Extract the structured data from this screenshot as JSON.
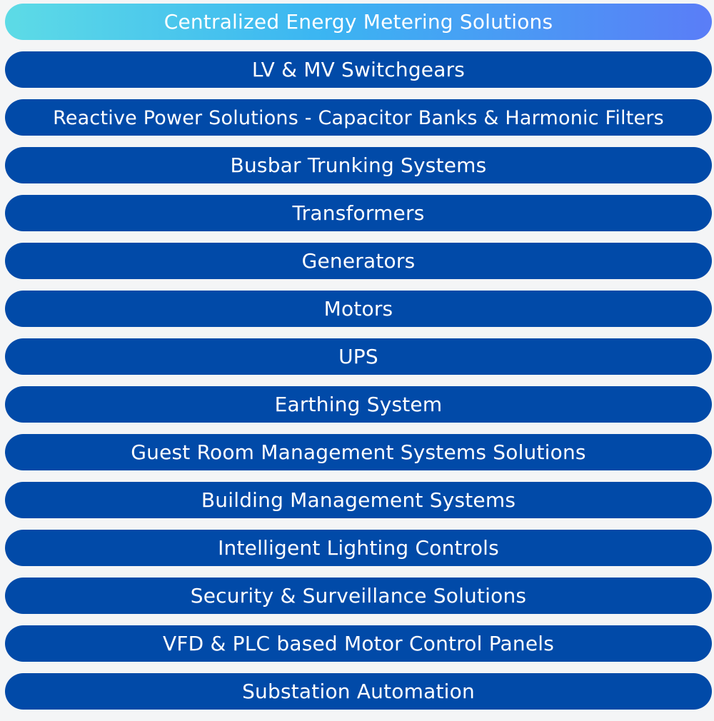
{
  "colors": {
    "pill": "#014aa8",
    "active_start": "#5ddbe6",
    "active_mid": "#3bb5f2",
    "active_end": "#5a7df7",
    "text": "#ffffff"
  },
  "items": [
    {
      "label": "Centralized Energy Metering Solutions",
      "active": true
    },
    {
      "label": "LV & MV Switchgears"
    },
    {
      "label": "Reactive Power Solutions - Capacitor Banks & Harmonic Filters"
    },
    {
      "label": "Busbar Trunking Systems"
    },
    {
      "label": "Transformers"
    },
    {
      "label": "Generators"
    },
    {
      "label": "Motors"
    },
    {
      "label": "UPS"
    },
    {
      "label": "Earthing System"
    },
    {
      "label": "Guest Room Management Systems Solutions"
    },
    {
      "label": "Building Management Systems"
    },
    {
      "label": "Intelligent Lighting Controls"
    },
    {
      "label": "Security & Surveillance Solutions"
    },
    {
      "label": "VFD & PLC based Motor Control Panels"
    },
    {
      "label": "Substation Automation"
    }
  ]
}
